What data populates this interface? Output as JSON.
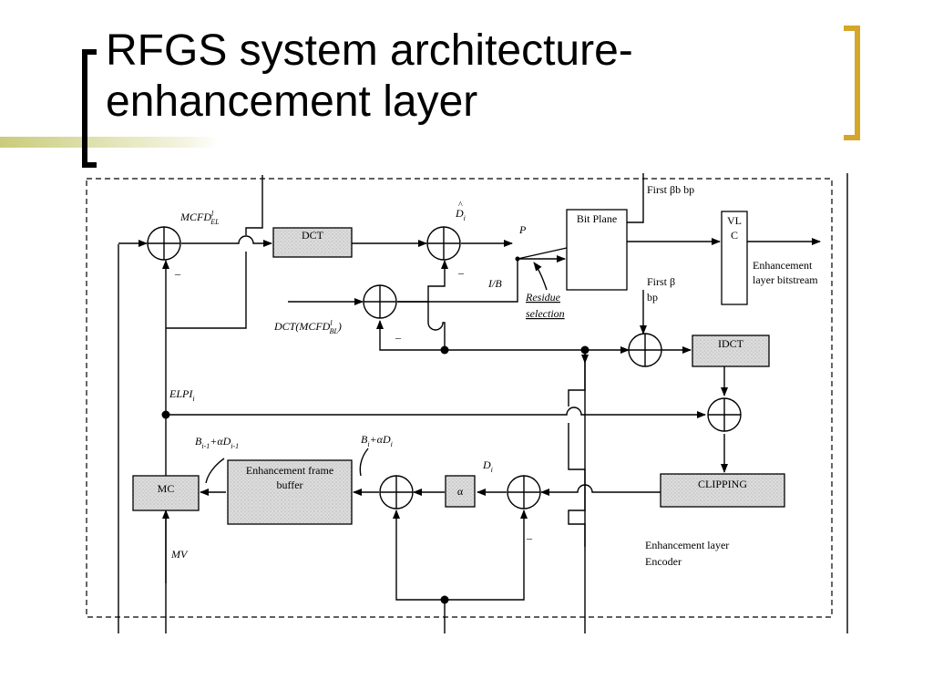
{
  "title": {
    "line1": "RFGS system architecture-",
    "line2": "enhancement layer"
  },
  "colors": {
    "title_bar": "#c9cc7a",
    "right_bracket": "#d4a62a",
    "gray_block_fill": "#d9d9d9"
  },
  "diagram": {
    "blocks": {
      "dct": "DCT",
      "bit_plane": "Bit Plane",
      "vlc_line1": "VL",
      "vlc_line2": "C",
      "idct": "IDCT",
      "clipping": "CLIPPING",
      "mc": "MC",
      "frame_buffer_line1": "Enhancement frame",
      "frame_buffer_line2": "buffer",
      "alpha": "α"
    },
    "labels": {
      "mcfd_el": "MCFD",
      "mcfd_el_sup": "l",
      "mcfd_el_sub": "EL",
      "d_hat": "D",
      "d_hat_sub": "i",
      "p": "P",
      "ib": "I/B",
      "residue_line1": "Residue",
      "residue_line2": "selection",
      "dct_mcfd_bl": "DCT(MCFD",
      "dct_mcfd_bl_sup": "l",
      "dct_mcfd_bl_sub": "BL",
      "dct_mcfd_bl_close": ")",
      "first_beta_b_bp": "First βb bp",
      "first_beta_line1": "First β",
      "first_beta_line2": "bp",
      "enh_bitstream_line1": "Enhancement",
      "enh_bitstream_line2": "layer bitstream",
      "elpi": "ELPI",
      "elpi_sub": "i",
      "b_prev": "B",
      "b_prev_sub": "i-1",
      "b_prev_plus": "+αD",
      "b_prev_sub2": "i-1",
      "b_cur": "B",
      "b_cur_sub": "i",
      "b_cur_plus": "+αD",
      "b_cur_sub2": "i",
      "d_i": "D",
      "d_i_sub": "i",
      "mv": "MV",
      "minus": "_",
      "minus2": "_",
      "minus3": "_",
      "minus4": "_",
      "encoder_line1": "Enhancement layer",
      "encoder_line2": "Encoder"
    }
  }
}
